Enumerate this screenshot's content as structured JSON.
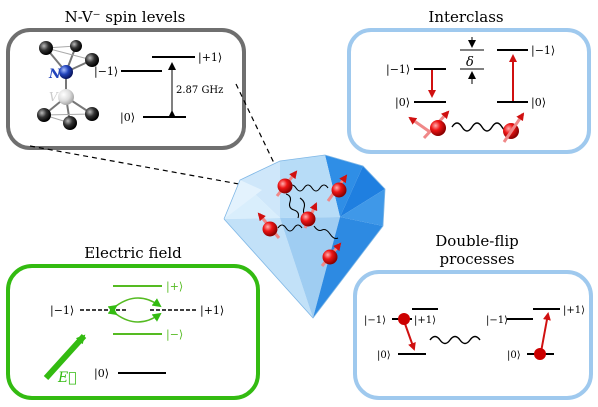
{
  "colors": {
    "gray_frame": "#6f6f6f",
    "blue_frame": "#9fc9ee",
    "green_frame": "#33bb11",
    "spin_red": "#e01010",
    "arrow_red": "#d01010",
    "green_level": "#55bb22",
    "diamond_light": "#d6ecfb",
    "diamond_mid": "#8cc4f0",
    "diamond_dark": "#2f8ee6",
    "nitrogen_blue": "#2244bb"
  },
  "panels": {
    "nv": {
      "title": "N-V⁻ spin levels",
      "label_N": "N",
      "label_V": "V",
      "level_m1": "|−1⟩",
      "level_p1": "|+1⟩",
      "level_0": "|0⟩",
      "splitting": "2.87 GHz"
    },
    "interclass": {
      "title": "Interclass",
      "delta": "δ",
      "left_m1": "|−1⟩",
      "left_0": "|0⟩",
      "right_m1": "|−1⟩",
      "right_0": "|0⟩"
    },
    "electric": {
      "title": "Electric field",
      "plus": "|+⟩",
      "minus": "|−⟩",
      "m1": "|−1⟩",
      "p1": "|+1⟩",
      "zero": "|0⟩",
      "field": "E⃗"
    },
    "doubleflip": {
      "title_line1": "Double-flip",
      "title_line2": "processes",
      "left_m1": "|−1⟩",
      "left_p1": "|+1⟩",
      "left_0": "|0⟩",
      "right_m1": "|−1⟩",
      "right_p1": "|+1⟩",
      "right_0": "|0⟩"
    }
  }
}
